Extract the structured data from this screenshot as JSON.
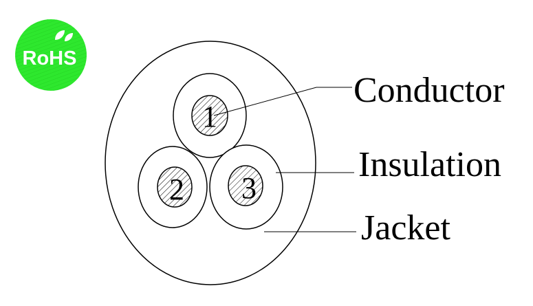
{
  "badge": {
    "text": "RoHS",
    "icon": "leaf-icon",
    "color": "#2ee82e"
  },
  "cores": [
    {
      "number": "1"
    },
    {
      "number": "2"
    },
    {
      "number": "3"
    }
  ],
  "labels": {
    "conductor": "Conductor",
    "insulation": "Insulation",
    "jacket": "Jacket"
  },
  "colors": {
    "line": "#000000",
    "background": "#ffffff"
  }
}
